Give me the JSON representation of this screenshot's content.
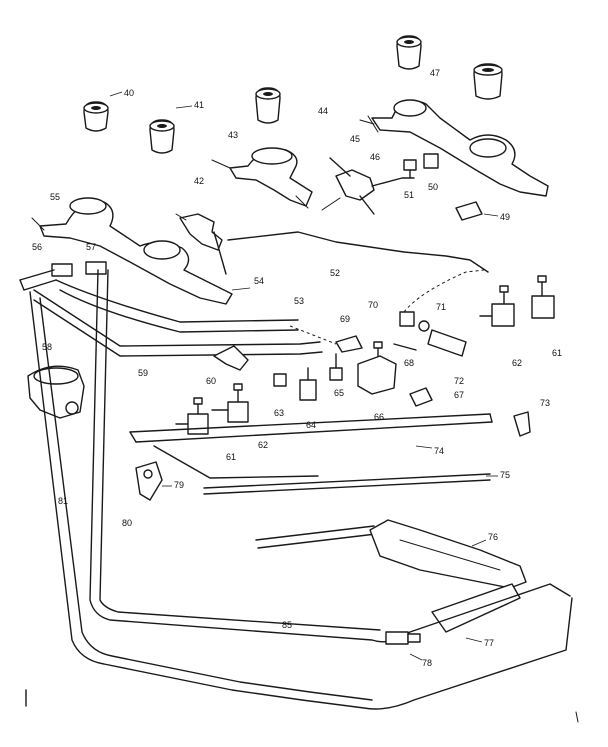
{
  "callouts": {
    "c40": "40",
    "c41": "41",
    "c42": "42",
    "c43": "43",
    "c44": "44",
    "c45": "45",
    "c46": "46",
    "c47": "47",
    "c49": "49",
    "c50": "50",
    "c51": "51",
    "c52": "52",
    "c53": "53",
    "c54": "54",
    "c55": "55",
    "c56": "56",
    "c57": "57",
    "c58": "58",
    "c59": "59",
    "c60": "60",
    "c61a": "61",
    "c61b": "61",
    "c62a": "62",
    "c62b": "62",
    "c63": "63",
    "c64": "64",
    "c65": "65",
    "c66": "66",
    "c67": "67",
    "c68": "68",
    "c69": "69",
    "c70": "70",
    "c71": "71",
    "c72": "72",
    "c73": "73",
    "c74": "74",
    "c75": "75",
    "c76": "76",
    "c77": "77",
    "c78": "78",
    "c79": "79",
    "c80": "80",
    "c81": "81",
    "c85": "85"
  },
  "icons": {
    "burner_cap": "burner-cap-icon",
    "valve": "gas-valve-icon",
    "regulator": "pressure-regulator-icon",
    "orifice": "orifice-icon"
  }
}
